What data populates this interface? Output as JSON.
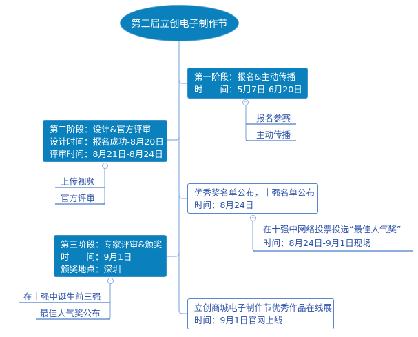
{
  "root": {
    "title": "第三届立创电子制作节"
  },
  "stage1": {
    "line1": "第一阶段：报名&主动传播",
    "line2": "时　　间：5月7日-6月20日",
    "children": [
      "报名参赛",
      "主动传播"
    ]
  },
  "stage2": {
    "line1": "第二阶段：设计&官方评审",
    "line2": "设计时间：报名成功-8月20日",
    "line3": "评审时间：8月21日-8月24日",
    "children": [
      "上传视频",
      "官方评审"
    ]
  },
  "announce": {
    "line1": "优秀奖名单公布，十强名单公布",
    "line2": "时间：8月24日",
    "child_line1": "在十强中网络投票投选“最佳人气奖”",
    "child_line2": "时间：8月24日-9月1日现场"
  },
  "stage3": {
    "line1": "第三阶段：专家评审&颁奖",
    "line2": "时　　间：9月1日",
    "line3": "颁奖地点：深圳",
    "children": [
      "在十强中诞生前三强",
      "最佳人气奖公布"
    ]
  },
  "exhibit": {
    "line1": "立创商城电子制作节优秀作品在线展",
    "line2": "时间：9月1日官网上线"
  },
  "colors": {
    "node_fill": "#0a80bd",
    "line": "#8ab0e0",
    "text": "#2e52a8"
  },
  "toggle_symbol": "−"
}
